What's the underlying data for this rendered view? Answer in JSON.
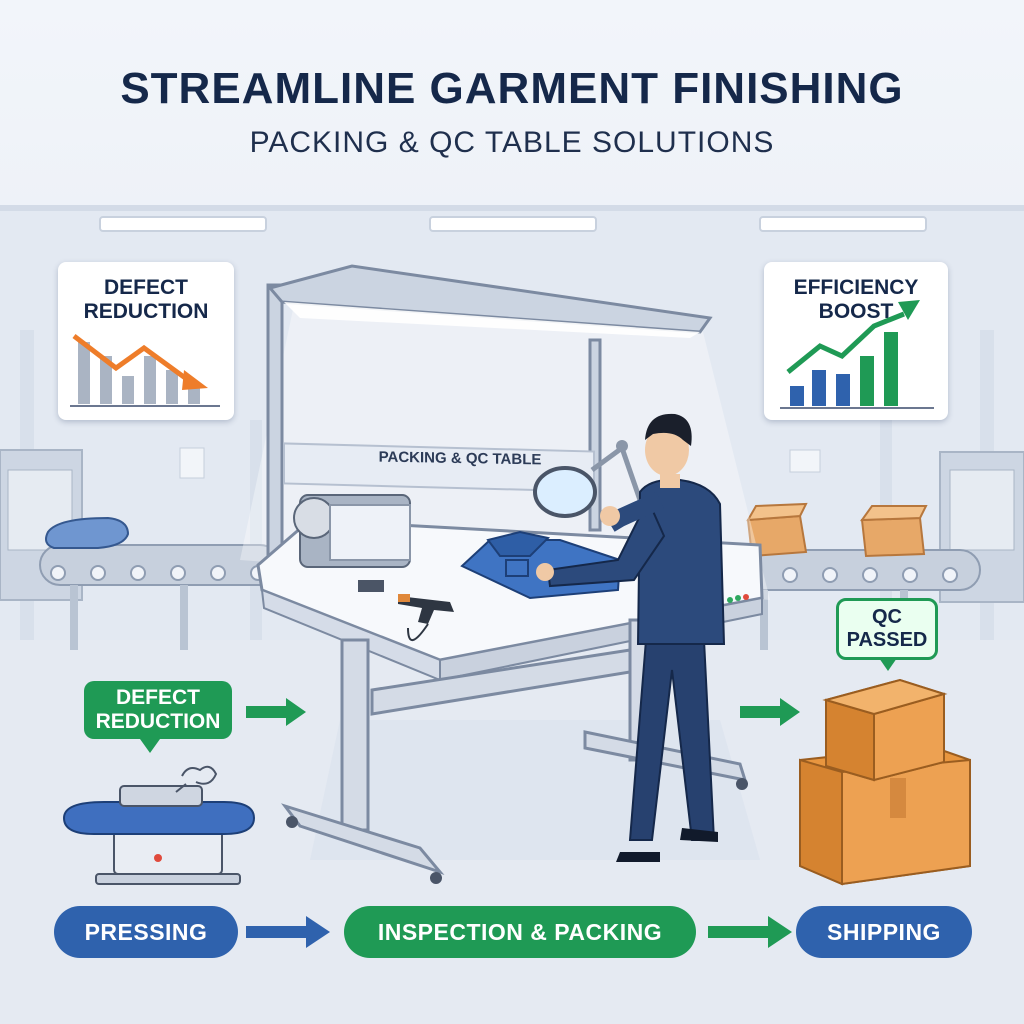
{
  "header": {
    "title": "STREAMLINE GARMENT FINISHING",
    "subtitle": "PACKING & QC TABLE SOLUTIONS"
  },
  "cards": {
    "left": {
      "title_line1": "DEFECT",
      "title_line2": "REDUCTION",
      "trend": "down",
      "accent": "#ee7d2a"
    },
    "right": {
      "title_line1": "EFFICIENCY",
      "title_line2": "BOOST",
      "trend": "up",
      "accent": "#1f9a55"
    }
  },
  "table_sign": "PACKING & QC TABLE",
  "bubbles": {
    "defect": {
      "line1": "DEFECT",
      "line2": "REDUCTION"
    },
    "qc": {
      "line1": "QC",
      "line2": "PASSED"
    }
  },
  "flow": {
    "steps": [
      "PRESSING",
      "INSPECTION & PACKING",
      "SHIPPING"
    ],
    "colors": {
      "blue": "#2f62ad",
      "green": "#1f9a55"
    }
  },
  "icons": [
    "magnifier-lamp-icon",
    "steam-press-icon",
    "cardboard-box-icon",
    "tape-dispenser-icon",
    "glue-gun-icon",
    "folded-shirt-icon"
  ]
}
